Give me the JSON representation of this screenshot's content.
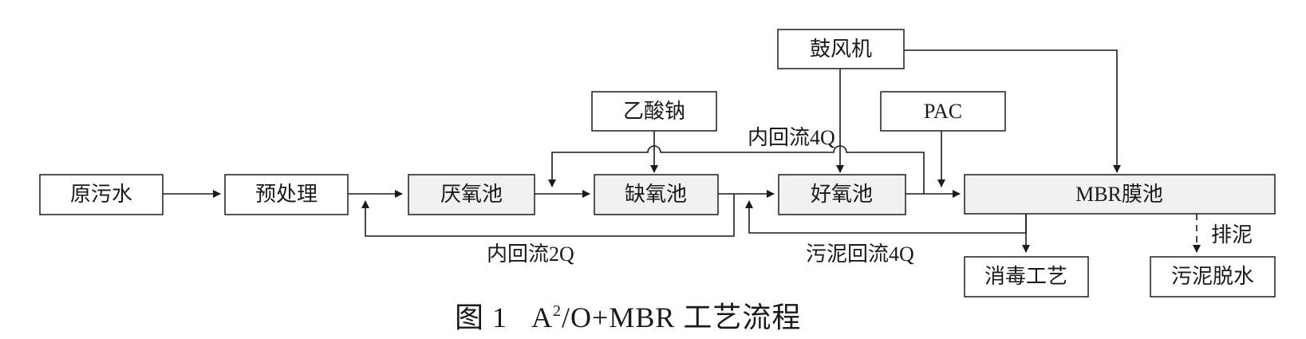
{
  "boxes": {
    "raw_water": "原污水",
    "pretreatment": "预处理",
    "anaerobic": "厌氧池",
    "anoxic": "缺氧池",
    "aerobic": "好氧池",
    "mbr": "MBR膜池",
    "sodium_acetate": "乙酸钠",
    "blower": "鼓风机",
    "pac": "PAC",
    "disinfection": "消毒工艺",
    "sludge_dewatering": "污泥脱水"
  },
  "labels": {
    "internal_reflux_4q": "内回流4Q",
    "internal_reflux_2q": "内回流2Q",
    "sludge_reflux_4q": "污泥回流4Q",
    "sludge_discharge": "排泥"
  },
  "caption": {
    "prefix": "图 1",
    "a": "A",
    "sup": "2",
    "rest": "/O+MBR 工艺流程"
  }
}
